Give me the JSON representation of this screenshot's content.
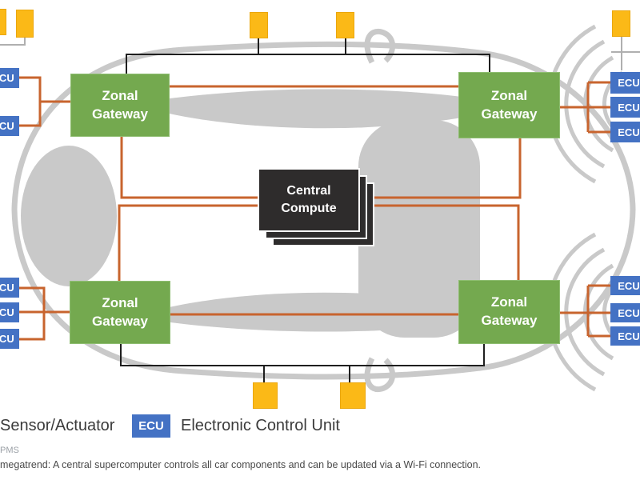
{
  "diagram": {
    "nodes": {
      "zonal_gateway_label": "Zonal\nGateway",
      "central_compute_label": "Central\nCompute",
      "ecu_chip_label": "ECU"
    },
    "colors": {
      "sensor_yellow": "#FBB917",
      "ecu_blue": "#4472C4",
      "gateway_green": "#74A94F",
      "compute_black": "#2E2C2C",
      "harness_orange": "#C8642E",
      "backbone_black": "#1F1F1F",
      "car_gray": "#C9C9C9"
    }
  },
  "legend": {
    "sensor_label": "Sensor/Actuator",
    "ecu_chip": "ECU",
    "ecu_label": "Electronic Control Unit"
  },
  "footer": {
    "note": "PMS",
    "caption": "megatrend: A central supercomputer controls all car components and can be updated via a Wi-Fi connection."
  }
}
